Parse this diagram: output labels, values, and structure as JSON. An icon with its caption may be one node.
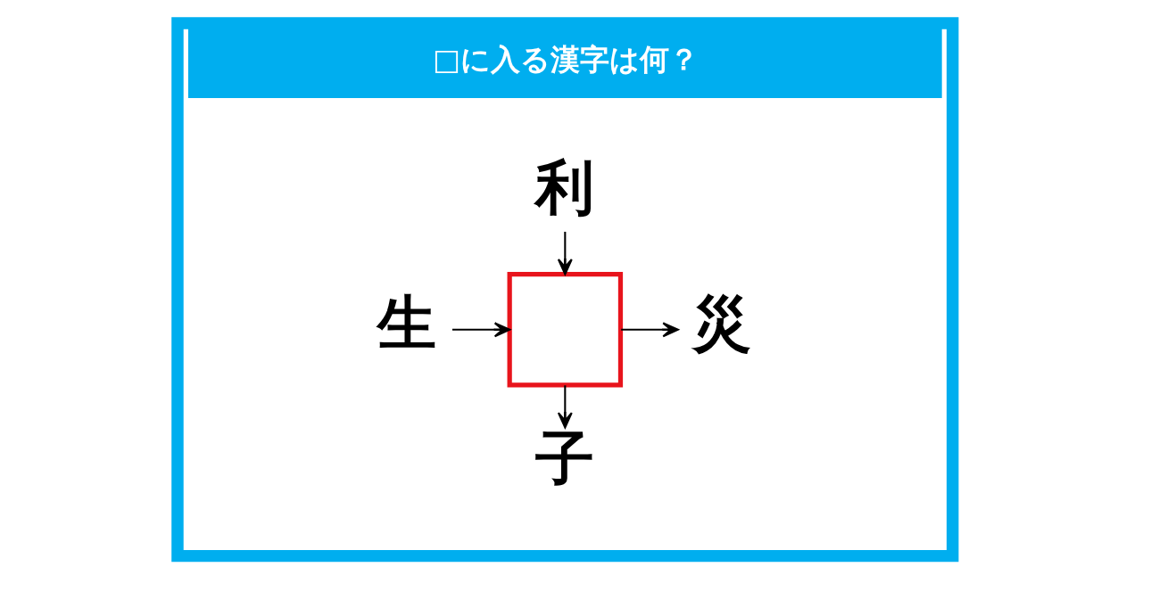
{
  "diagram": {
    "nodes": [
      {
        "text": [
          "□に入る漢字は何？"
        ]
      },
      {
        "text": [
          "利"
        ],
        "in": 0
      },
      {
        "text": [
          "生"
        ],
        "in": 0
      },
      {
        "text": [],
        "shape": "box",
        "in": 0
      },
      {
        "text": [
          "災"
        ],
        "in": 0
      },
      {
        "text": [
          "子"
        ],
        "in": 0
      }
    ],
    "edges": [
      {
        "from": 1,
        "to": 3,
        "arrow": "to"
      },
      {
        "from": 2,
        "to": 3,
        "arrow": "to"
      },
      {
        "from": 3,
        "to": 4,
        "arrow": "to"
      },
      {
        "from": 3,
        "to": 5,
        "arrow": "to"
      }
    ]
  }
}
